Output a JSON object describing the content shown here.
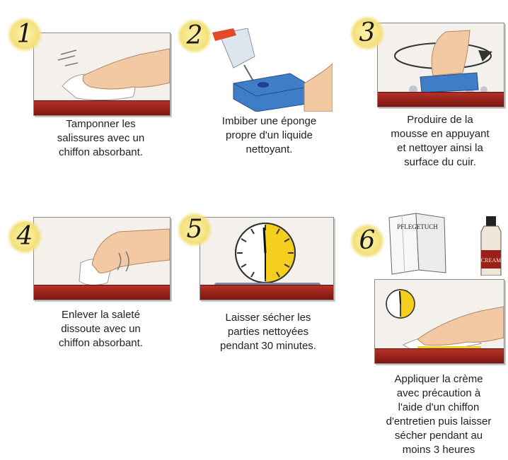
{
  "colors": {
    "floor": "#9a1f18",
    "badge": "#f3e07a",
    "sponge": "#3f7ec7",
    "skin": "#f2c9a2",
    "clock_fill": "#f4cf1e"
  },
  "steps": [
    {
      "number": "1",
      "caption": "Tamponner les\nsalissures avec un\nchiffon absorbant.",
      "icons": [
        "hand-icon",
        "cloth-icon"
      ]
    },
    {
      "number": "2",
      "caption": "Imbiber une éponge\npropre d'un liquide\nnettoyant.",
      "icons": [
        "bottle-icon",
        "sponge-icon"
      ]
    },
    {
      "number": "3",
      "caption": "Produire de la\nmousse en appuyant\net nettoyer ainsi la\nsurface du cuir.",
      "icons": [
        "rotate-arrow-icon",
        "sponge-icon"
      ]
    },
    {
      "number": "4",
      "caption": "Enlever la saleté\ndissoute avec un\nchiffon absorbant.",
      "icons": [
        "hand-icon",
        "cloth-icon"
      ]
    },
    {
      "number": "5",
      "caption": "Laisser sécher les\nparties nettoyées\npendant 30 minutes.",
      "icons": [
        "clock-icon"
      ]
    },
    {
      "number": "6",
      "caption": "Appliquer la crème\navec précaution à\nl'aide d'un chiffon\nd'entretien puis laisser\nsécher pendant au\nmoins 3 heures",
      "icons": [
        "cloth-icon",
        "cream-bottle-icon",
        "clock-icon",
        "hand-icon"
      ],
      "cloth_label": "PFLEGETUCH",
      "cream_label": "CREAM"
    }
  ]
}
